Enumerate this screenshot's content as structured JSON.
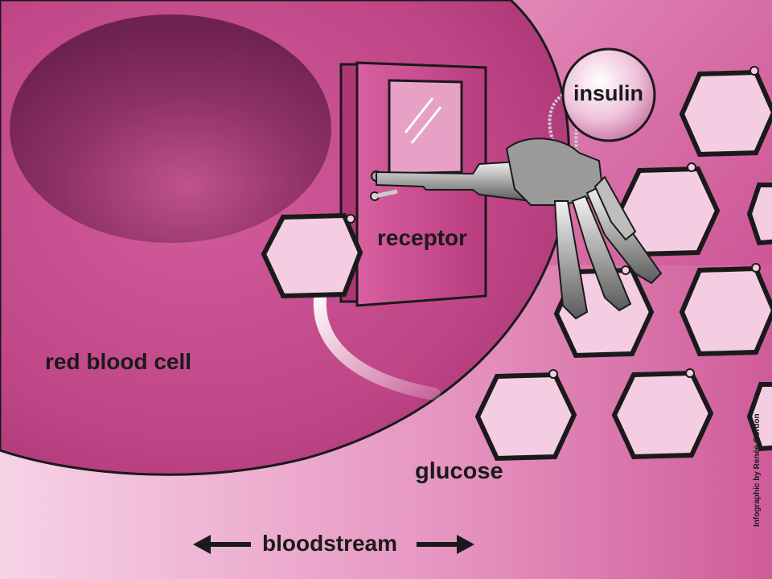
{
  "labels": {
    "cell": "red blood cell",
    "receptor": "receptor",
    "insulin": "insulin",
    "glucose": "glucose",
    "bloodstream": "bloodstream",
    "credit": "Infographic by Renée Gordon"
  },
  "colors": {
    "cell": "#c04a8a",
    "cell_dark": "#7a2858",
    "background_light": "#f3c6df",
    "background_mid": "#d770a8",
    "glucose_fill": "#f5cde2",
    "door": "#c5488a",
    "key": "#b9b9b9"
  },
  "icons": [
    "glucose-hexagon",
    "door-icon",
    "key-icon",
    "arrow-left-icon",
    "arrow-right-icon"
  ]
}
